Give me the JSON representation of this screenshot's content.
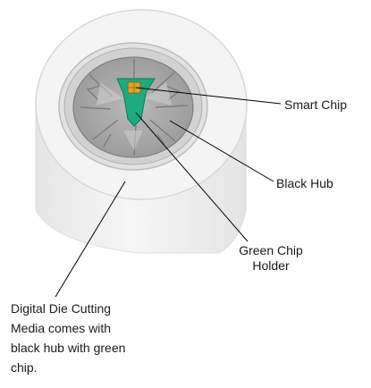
{
  "labels": {
    "smart_chip": "Smart Chip",
    "black_hub": "Black Hub",
    "green_chip_holder": [
      "Green Chip",
      "Holder"
    ]
  },
  "caption": {
    "lines": [
      "Digital Die Cutting",
      "Media comes with",
      "black hub with green",
      "chip."
    ]
  },
  "colors": {
    "roll_body": "#efefef",
    "roll_top": "#f5f5f5",
    "hub_ring": "#d0d0d0",
    "hub_inner": "#a7a7a7",
    "hub_spokes": "#8e8e8e",
    "chip_holder": "#1bab7f",
    "smart_chip": "#d9a32a",
    "leader_lines": "#000000"
  }
}
